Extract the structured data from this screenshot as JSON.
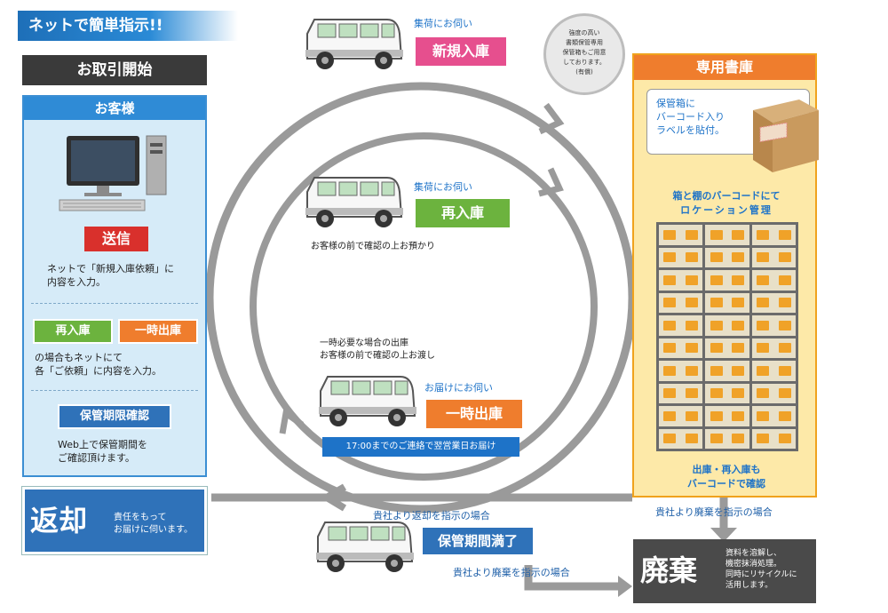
{
  "banner": "ネットで簡単指示!!",
  "start_label": "お取引開始",
  "customer": {
    "title": "お客様",
    "send_button": "送信",
    "send_text_1": "ネットで「新規入庫依頼」に",
    "send_text_2": "内容を入力。",
    "reentry_button": "再入庫",
    "temp_out_button": "一時出庫",
    "also_text_1": "の場合もネットにて",
    "also_text_2": "各「ご依頼」に内容を入力。",
    "period_button": "保管期限確認",
    "period_text_1": "Web上で保管期間を",
    "period_text_2": "ご確認頂けます。"
  },
  "return_box": {
    "title": "返却",
    "desc_1": "責任をもって",
    "desc_2": "お届けに伺います。"
  },
  "stamp": {
    "line1": "強度の高い",
    "line2": "書類保管専用",
    "line3": "保管箱もご用意",
    "line4": "しております。",
    "line5": "(有償)"
  },
  "flow": {
    "new_pickup": "集荷にお伺い",
    "new_entry": "新規入庫",
    "re_pickup": "集荷にお伺い",
    "re_entry": "再入庫",
    "re_note": "お客様の前で確認の上お預かり",
    "temp_note_1": "一時必要な場合の出庫",
    "temp_note_2": "お客様の前で確認の上お渡し",
    "temp_deliver": "お届けにお伺い",
    "temp_out": "一時出庫",
    "next_day": "17:00までのご連絡で翌営業日お届け",
    "return_instr": "貴社より返却を指示の場合",
    "expired": "保管期間満了",
    "dispose_instr_1": "貴社より廃棄を指示の場合",
    "dispose_instr_2": "貴社より廃棄を指示の場合"
  },
  "vault": {
    "title": "専用書庫",
    "label_1": "保管箱に",
    "label_2": "バーコード入り",
    "label_3": "ラベルを貼付。",
    "loc_1": "箱と棚のバーコードにて",
    "loc_2": "ロケーション管理",
    "check_1": "出庫・再入庫も",
    "check_2": "バーコードで確認"
  },
  "dispose": {
    "title": "廃棄",
    "desc_1": "資料を溶解し、",
    "desc_2": "機密抹消処理。",
    "desc_3": "同時にリサイクルに",
    "desc_4": "活用します。"
  }
}
